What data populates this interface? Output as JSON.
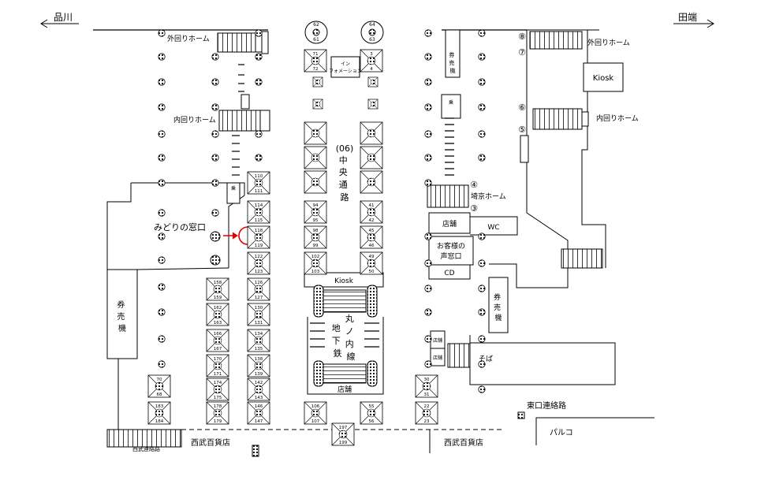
{
  "directions": {
    "left": "品川",
    "right": "田端"
  },
  "platforms": {
    "outer_left": "外回りホーム",
    "inner_left": "内回りホーム",
    "outer_right": "外回りホーム",
    "inner_right": "内回りホーム",
    "saikyo": "埼京ホーム"
  },
  "exit_numbers": [
    "⑧",
    "⑦",
    "⑥",
    "⑤",
    "④",
    "③"
  ],
  "passage": {
    "code": "(06)",
    "name_chars": [
      "中",
      "央",
      "通",
      "路"
    ]
  },
  "info": {
    "line1": "イン",
    "line2": "フォメーション"
  },
  "facilities": {
    "midori": "みどりの窓口",
    "kiosk_center": "Kiosk",
    "kiosk_right": "Kiosk",
    "marunouchi_chars": [
      "丸",
      "ノ",
      "内",
      "線"
    ],
    "subway_chars": [
      "地",
      "下",
      "鉄"
    ],
    "shop_center": "店舗",
    "shop_right": "店舗",
    "wc": "WC",
    "customer_line1": "お客様の",
    "customer_line2": "声窓口",
    "cd": "CD",
    "ticket_left_chars": [
      "券",
      "売",
      "機"
    ],
    "ticket_right_chars": [
      "券",
      "売",
      "機"
    ],
    "ticket_top_chars": [
      "券",
      "売",
      "機"
    ],
    "soba": "そば",
    "shop_small_1": "店舗",
    "shop_small_2": "店舗",
    "staff_1": "乗\n車",
    "staff_2": "乗\n車"
  },
  "bottom": {
    "seibu_left": "西武百貨店",
    "seibu_right": "西武百貨店",
    "seibu_passage": "西武連絡路",
    "east_passage": "東口連絡路",
    "parco": "パルコ"
  },
  "pillar_codes_top": [
    {
      "top": "62",
      "bottom": "61"
    },
    {
      "top": "64",
      "bottom": "63"
    }
  ],
  "pillar_labels": [
    {
      "a": "71",
      "b": "72"
    },
    {
      "a": "3",
      "b": "4"
    },
    {
      "a": "110",
      "b": "111"
    },
    {
      "a": "114",
      "b": "115"
    },
    {
      "a": "118",
      "b": "119"
    },
    {
      "a": "122",
      "b": "123"
    },
    {
      "a": "126",
      "b": "127"
    },
    {
      "a": "130",
      "b": "131"
    },
    {
      "a": "134",
      "b": "135"
    },
    {
      "a": "138",
      "b": "139"
    },
    {
      "a": "142",
      "b": "143"
    },
    {
      "a": "146",
      "b": "147"
    },
    {
      "a": "158",
      "b": "159"
    },
    {
      "a": "162",
      "b": "163"
    },
    {
      "a": "166",
      "b": "167"
    },
    {
      "a": "170",
      "b": "171"
    },
    {
      "a": "174",
      "b": "175"
    },
    {
      "a": "178",
      "b": "179"
    },
    {
      "a": "70",
      "b": "68"
    },
    {
      "a": "183",
      "b": "184"
    },
    {
      "a": "94",
      "b": "95"
    },
    {
      "a": "98",
      "b": "99"
    },
    {
      "a": "102",
      "b": "103"
    },
    {
      "a": "41",
      "b": "42"
    },
    {
      "a": "45",
      "b": "46"
    },
    {
      "a": "49",
      "b": "50"
    },
    {
      "a": "106",
      "b": "107"
    },
    {
      "a": "55",
      "b": "56"
    },
    {
      "a": "197",
      "b": "199"
    },
    {
      "a": "30",
      "b": "31"
    },
    {
      "a": "22",
      "b": "23"
    }
  ],
  "colors": {
    "line": "#000000",
    "arrow": "#e00000",
    "pillar_fill": "#222222"
  }
}
